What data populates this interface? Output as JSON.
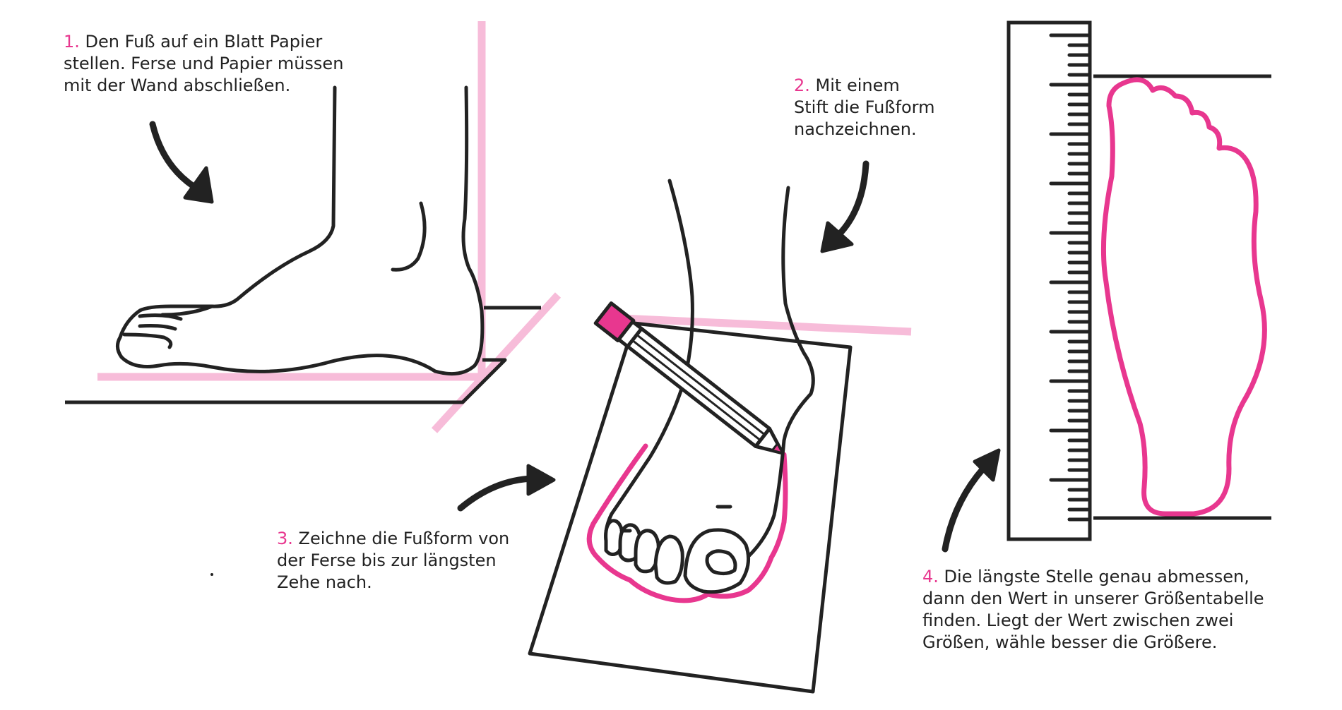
{
  "colors": {
    "accent": "#e8378f",
    "light_accent": "#f7bcd9",
    "ink": "#222222",
    "paper": "#ffffff"
  },
  "steps": [
    {
      "num": "1.",
      "lines": [
        "Den Fuß auf ein Blatt Papier",
        "stellen. Ferse und Papier müssen",
        "mit der Wand abschließen."
      ]
    },
    {
      "num": "2.",
      "lines": [
        "Mit einem",
        "Stift die Fußform",
        "nachzeichnen."
      ]
    },
    {
      "num": "3.",
      "lines": [
        "Zeichne die Fußform von",
        "der Ferse bis zur längsten",
        "Zehe nach."
      ]
    },
    {
      "num": "4.",
      "lines": [
        "Die längste Stelle genau abmessen,",
        "dann den Wert in unserer Größentabelle",
        "finden. Liegt der Wert zwischen zwei",
        "Größen, wähle besser die Größere."
      ]
    }
  ],
  "icons": [
    "curved-arrow-icon",
    "foot-side-icon",
    "foot-top-icon",
    "pencil-icon",
    "ruler-icon",
    "footprint-icon"
  ]
}
